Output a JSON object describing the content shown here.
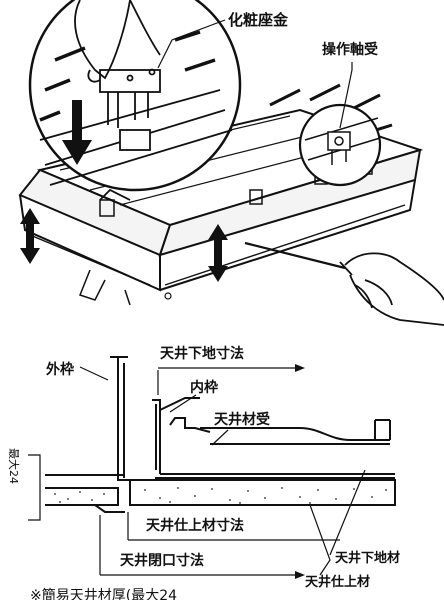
{
  "upper_illustration": {
    "labels": {
      "washer": "化粧座金",
      "bearing": "操作軸受"
    }
  },
  "section_diagram": {
    "labels": {
      "outer_frame": "外枠",
      "inner_frame": "内枠",
      "ceiling_base_dim": "天井下地寸法",
      "ceiling_support": "天井材受",
      "finish_material_dim": "天井仕上材寸法",
      "opening_dim": "天井閉口寸法",
      "ceiling_base_material": "天井下地材",
      "ceiling_finish_material": "天井仕上材",
      "side_note": "最大24",
      "bottom_note": "※簡易天井材厚(最大24"
    }
  },
  "colors": {
    "ink": "#111111",
    "paper": "#ffffff",
    "stipple": "#555555"
  }
}
